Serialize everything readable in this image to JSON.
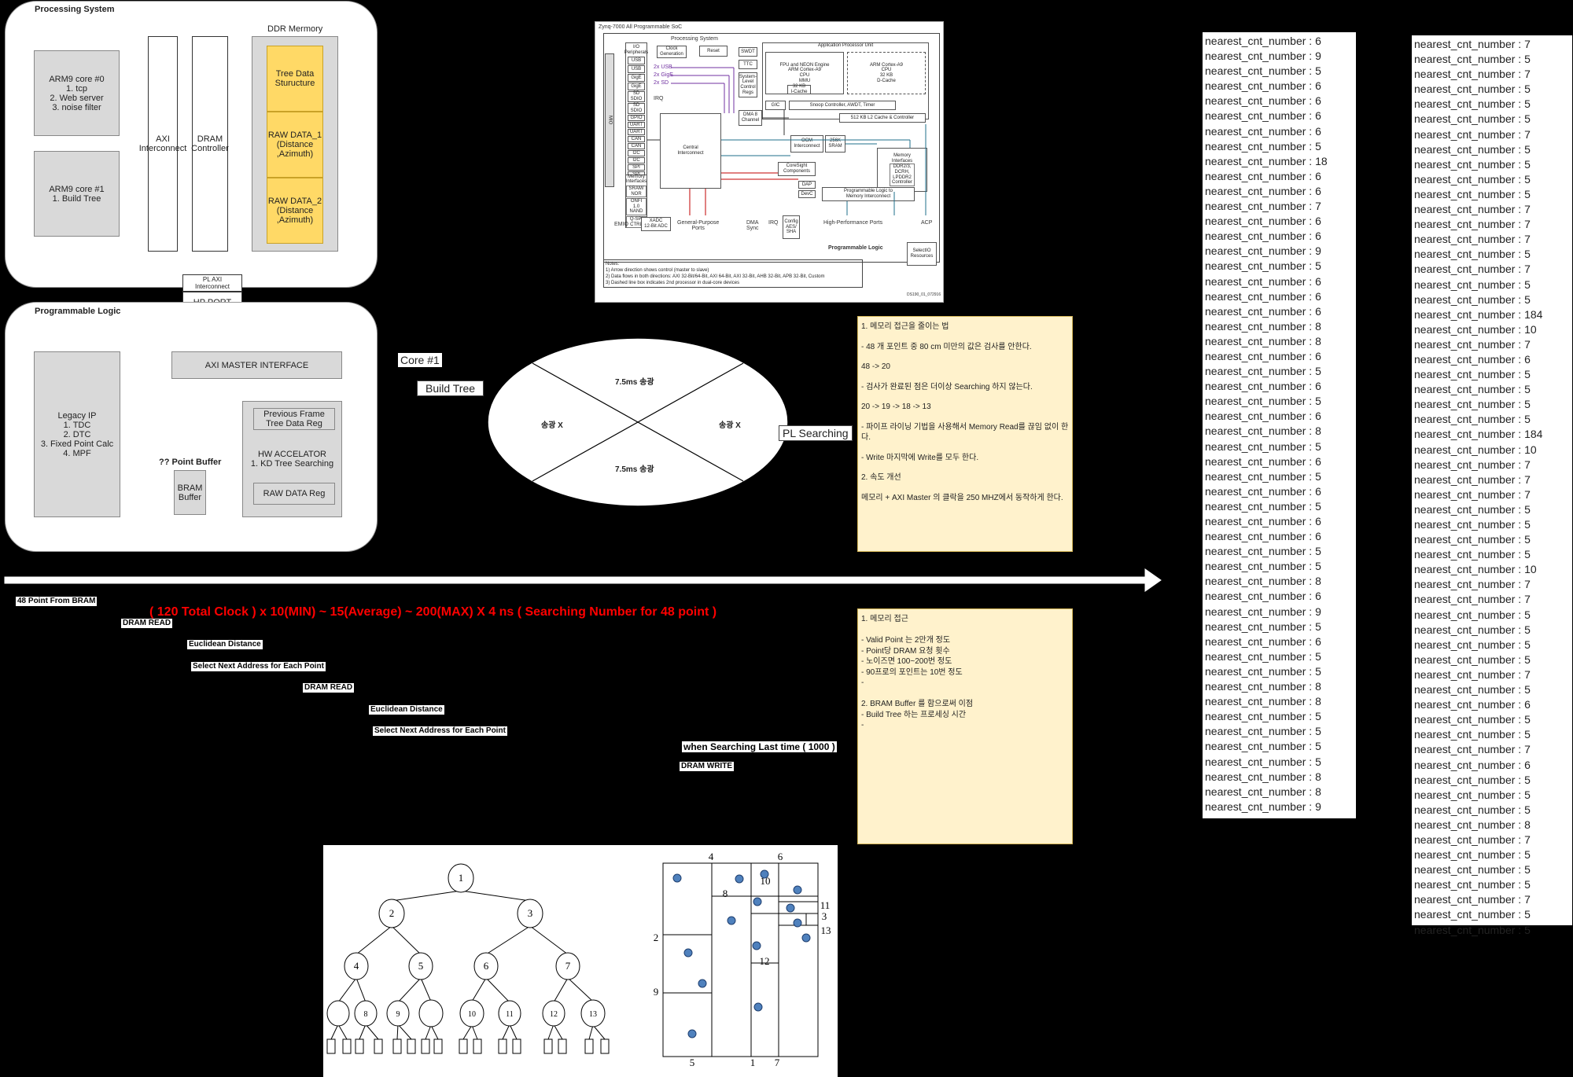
{
  "processing_system": {
    "title": "Processing System",
    "ddr_title": "DDR Mermory",
    "arm0": "ARM9 core #0\n1. tcp\n2. Web server\n3. noise filter",
    "arm1": "ARM9 core #1\n1. Build Tree",
    "axi": "AXI\nInterconnect",
    "dram": "DRAM\nController",
    "tree_data": "Tree Data\nSturucture",
    "raw1": "RAW DATA_1\n(Distance\n,Azimuth)",
    "raw2": "RAW DATA_2\n(Distance\n,Azimuth)"
  },
  "pl_axi": "PL AXI\nInterconnect",
  "hp_port": "HP PORT",
  "programmable_logic": {
    "title": "Programmable Logic",
    "axi_master": "AXI MASTER INTERFACE",
    "legacy": "Legacy IP\n1. TDC\n2. DTC\n3. Fixed Point Calc\n4. MPF",
    "point_buffer_label": "?? Point Buffer",
    "bram": "BRAM\nBuffer",
    "prev_frame": "Previous Frame\nTree Data Reg",
    "hw_acc": "HW ACCELATOR\n1. KD Tree Searching",
    "raw_reg": "RAW DATA Reg"
  },
  "zynq": {
    "title": "Zynq-7000 All Programmable SoC",
    "ps": "Processing System",
    "apu": "Application Processor Unit",
    "clock": "Clock\nGeneration",
    "reset": "Reset",
    "swdt": "SWDT",
    "ttc": "TTC",
    "slcr": "System-\nLevel\nControl\nRegs",
    "fpu": "FPU and NEON Engine",
    "mmu": "MMU",
    "cpu": "ARM Cortex-A9\nCPU",
    "icache": "32 KB\nI-Cache",
    "dcache": "32 KB\nD-Cache",
    "gic": "GIC",
    "snoop": "Snoop Controller, AWDT, Timer",
    "l2": "512 KB L2 Cache & Controller",
    "dma": "DMA 8\nChannel",
    "ocm": "OCM\nInterconnect",
    "sram": "256K\nSRAM",
    "central": "Central\nInterconnect",
    "memif": "Memory\nInterfaces",
    "ddr": "DDR2/3,\nDCRH,\nLPDDR2\nController",
    "coresight": "CoreSight\nComponents",
    "dap": "DAP",
    "devc": "DevC",
    "pl2mem": "Programmable Logic to\nMemory Interconnect",
    "io": "I/O\nPeripherals",
    "mio": "MIO",
    "emio": "EMIO",
    "xadc": "XADC\n12-Bit ADC",
    "gp_ports": "General-Purpose\nPorts",
    "dma_sync": "DMA\nSync",
    "irq": "IRQ",
    "config": "Config\nAES/\nSHA",
    "hp_ports": "High-Performance Ports",
    "acp": "ACP",
    "pl": "Programmable Logic",
    "selectio": "SelectIO\nResources",
    "usb1": "2x USB",
    "gige": "2x GigE",
    "sd": "2x SD",
    "irq2": "IRQ",
    "periph": [
      "USB",
      "USB",
      "GigE",
      "GigE",
      "SD\nSDIO",
      "SD\nSDIO",
      "GPIO",
      "UART",
      "UART",
      "CAN",
      "CAN",
      "I2C",
      "I2C",
      "SPI",
      "SPI"
    ],
    "memif2": "Memory\nInterfaces",
    "sram_nor": "SRAM/\nNOR",
    "onfi": "ONFI 1.0\nNAND",
    "qspi": "Q-SPI\nCTRL",
    "notes_title": "Notes:",
    "note1": "1) Arrow direction shows control (master to slave)",
    "note2": "2) Data flows in both directions: AXI 32-Bit/64-Bit, AXI 64-Bit, AXI 32-Bit, AHB 32-Bit, APB 32-Bit, Custom",
    "note3": "3) Dashed line box indicates 2nd processor in dual-core devices",
    "code": "DS190_01_072916"
  },
  "core_label": "Core #1",
  "build_tree": "Build Tree",
  "pl_searching": "PL Searching",
  "ellipse": {
    "top": "7.5ms 송광",
    "bottom": "7.5ms 송광",
    "left": "송광 X",
    "right": "송광 X"
  },
  "note1": [
    "1. 메모리 접근을 줄이는 법",
    "- 48 개 포인트 중 80 cm 미만의 값은 검사를 안한다.",
    "48 -> 20",
    "- 검사가 완료된 점은 더이상 Searching 하지 않는다.",
    "20 -> 19 -> 18 -> 13",
    "- 파이프 라이닝 기법을 사용해서 Memory Read를 끊임 없이 한다.",
    "- Write 마지막에 Write를 모두 한다.",
    "2. 속도 개선",
    " 메모리 + AXI Master 의 클락을 250 MHZ에서 동작하게 한다."
  ],
  "note2": [
    "1. 메모리 접근",
    "",
    "- Valid Point 는  2만개 정도",
    "- Point당 DRAM 요청 횟수",
    "- 노이즈면 100~200번 정도",
    "- 90프로의 포인트는 10번 정도",
    "-",
    "",
    "2. BRAM Buffer 를 함으로써 이점",
    "- Build Tree 하는 프로세싱 시간",
    "-"
  ],
  "timeline": {
    "header": "48 Point From BRAM",
    "formula": "( 120 Total Clock ) x 10(MIN) ~ 15(Average) ~ 200(MAX) X 4 ns ( Searching Number for 48 point )",
    "steps": [
      "DRAM READ",
      "Euclidean Distance",
      "Select Next Address for Each Point",
      "DRAM READ",
      "Euclidean Distance",
      "Select Next Address for Each Point"
    ],
    "last": "when Searching Last time ( 1000 )",
    "write": "DRAM WRITE"
  },
  "tree_nodes": [
    "1",
    "2",
    "3",
    "4",
    "5",
    "6",
    "7",
    "8",
    "9",
    "10",
    "11",
    "12",
    "13"
  ],
  "partition_labels": [
    "4",
    "6",
    "8",
    "10",
    "11",
    "3",
    "13",
    "12",
    "2",
    "9",
    "5",
    "1",
    "7"
  ],
  "list1": [
    "6",
    "9",
    "5",
    "6",
    "6",
    "6",
    "6",
    "5",
    "18",
    "6",
    "6",
    "7",
    "6",
    "6",
    "9",
    "5",
    "6",
    "6",
    "6",
    "8",
    "8",
    "6",
    "5",
    "6",
    "5",
    "6",
    "8",
    "5",
    "6",
    "5",
    "6",
    "5",
    "6",
    "6",
    "5",
    "5",
    "8",
    "6",
    "9",
    "5",
    "6",
    "5",
    "5",
    "8",
    "8",
    "5",
    "5",
    "5",
    "5",
    "8",
    "8",
    "9"
  ],
  "list2": [
    "7",
    "5",
    "7",
    "5",
    "5",
    "5",
    "7",
    "5",
    "5",
    "5",
    "5",
    "7",
    "7",
    "7",
    "5",
    "7",
    "5",
    "5",
    "184",
    "10",
    "7",
    "6",
    "5",
    "5",
    "5",
    "5",
    "184",
    "10",
    "7",
    "7",
    "7",
    "5",
    "5",
    "5",
    "5",
    "10",
    "7",
    "7",
    "5",
    "5",
    "5",
    "5",
    "7",
    "5",
    "6",
    "5",
    "5",
    "7",
    "6",
    "5",
    "5",
    "5",
    "8",
    "7",
    "5",
    "5",
    "5",
    "7",
    "5",
    "5"
  ],
  "list_prefix": "nearest_cnt_number : ",
  "colors": {
    "note_fill": "#fff2cc",
    "ddr_block": "#ffd966",
    "formula_red": "#ff0000"
  }
}
